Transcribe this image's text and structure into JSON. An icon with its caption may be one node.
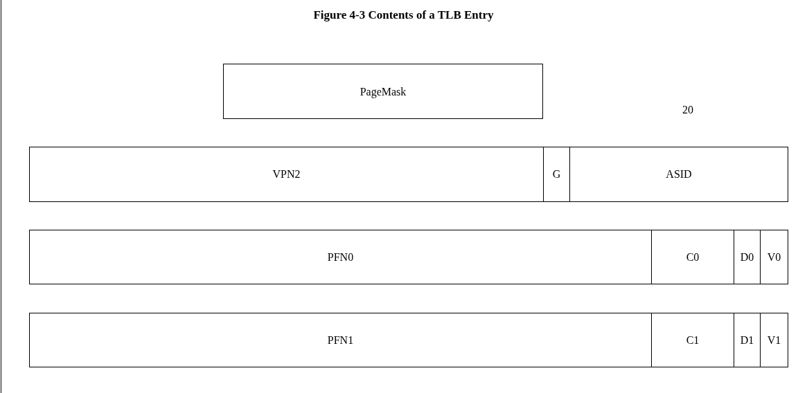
{
  "diagram": {
    "title": "Figure 4-3 Contents of a TLB Entry",
    "nodes": [
      {
        "text": [
          "PageMask"
        ]
      },
      {
        "text": [
          "VPN2"
        ]
      },
      {
        "text": [
          "G"
        ]
      },
      {
        "text": [
          "ASID"
        ]
      },
      {
        "text": [
          "PFN0"
        ]
      },
      {
        "text": [
          "C0"
        ]
      },
      {
        "text": [
          "D0"
        ]
      },
      {
        "text": [
          "V0"
        ]
      },
      {
        "text": [
          "PFN1"
        ]
      },
      {
        "text": [
          "C1"
        ]
      },
      {
        "text": [
          "D1"
        ]
      },
      {
        "text": [
          "V1"
        ]
      }
    ],
    "labels": [
      "20"
    ]
  }
}
